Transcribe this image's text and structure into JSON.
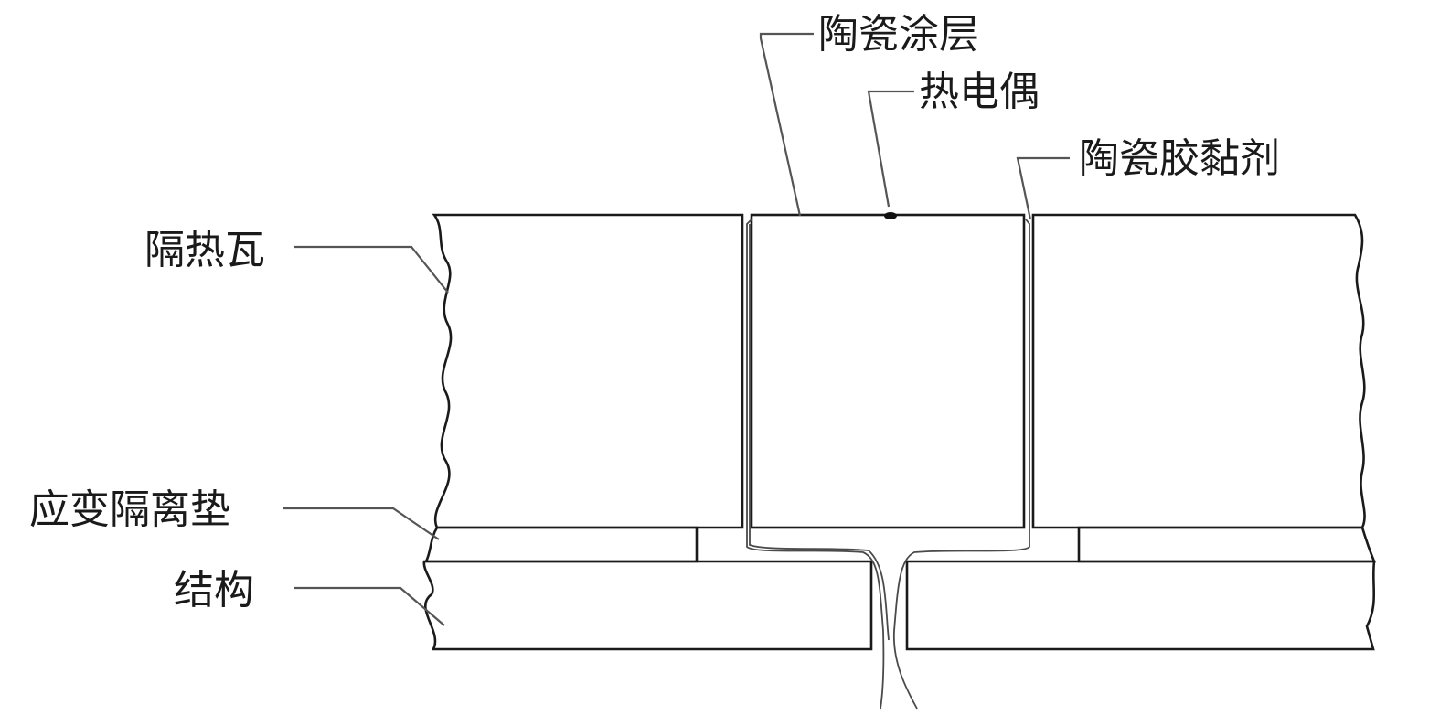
{
  "labels": {
    "ceramic_coating": "陶瓷涂层",
    "thermocouple": "热电偶",
    "ceramic_adhesive": "陶瓷胶黏剂",
    "insulation_tile": "隔热瓦",
    "strain_isolation_pad": "应变隔离垫",
    "structure": "结构"
  },
  "colors": {
    "tile_fill": "#e6e6e6",
    "tile_speckle": "#6e6e6e",
    "pad_fill": "#4db3a0",
    "structure_fill": "#f2f2f2",
    "structure_speckle": "#333333",
    "outline": "#1a1a1a"
  }
}
